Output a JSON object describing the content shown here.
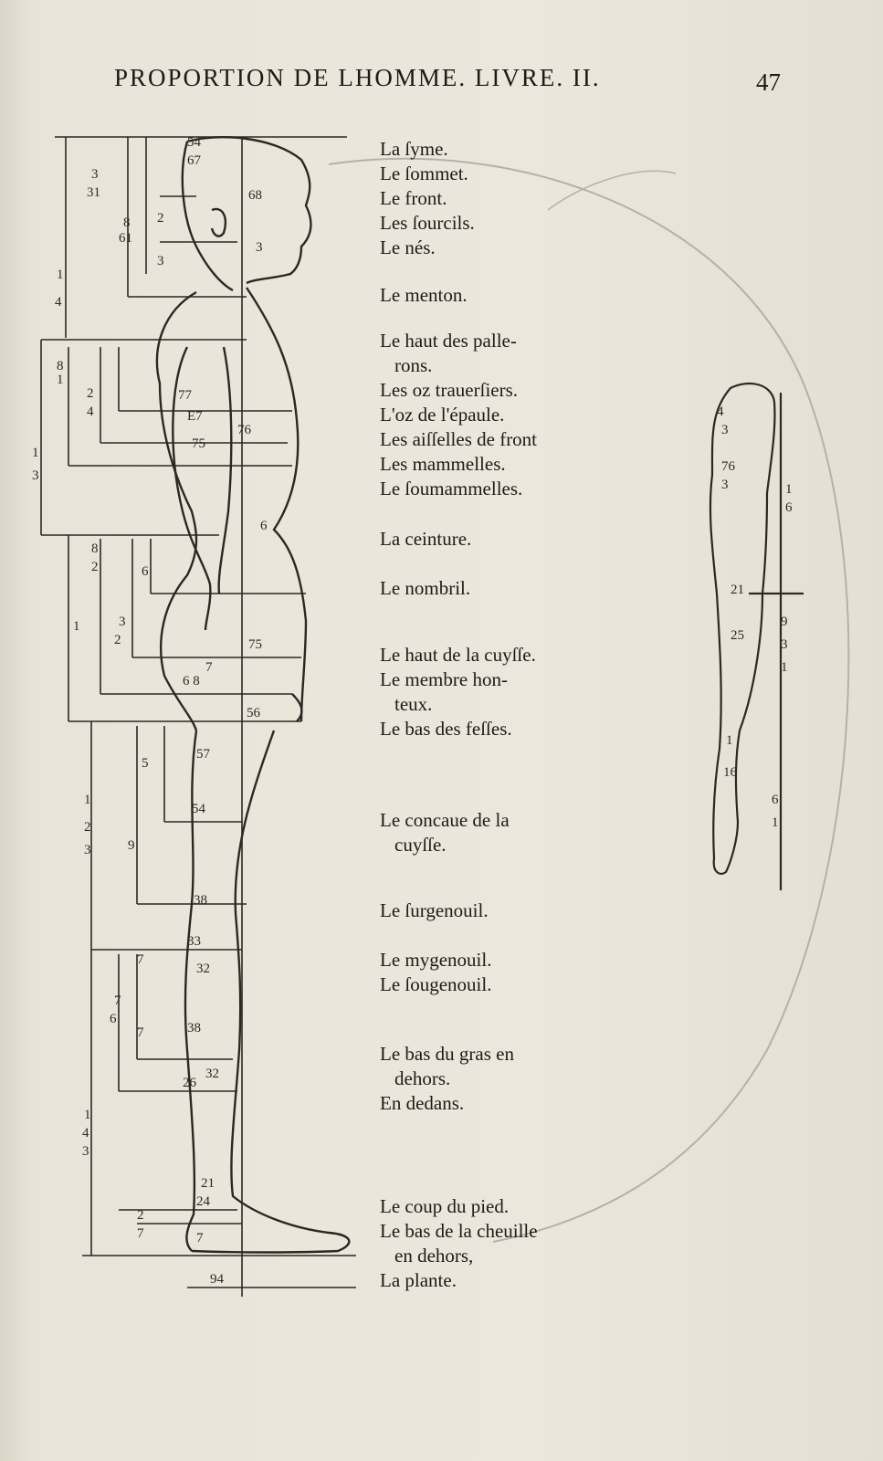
{
  "header": {
    "title": "PROPORTION DE LHOMME. LIVRE. II.",
    "page_number": "47"
  },
  "labels": [
    "La ſyme.",
    "Le ſommet.",
    "Le front.",
    "Les ſourcils.",
    "Le nés.",
    "Le menton.",
    "Le haut des palle-",
    "rons.",
    "Les oz trauerſiers.",
    "L'oz de l'épaule.",
    "Les aiſſelles de front",
    "Les mammelles.",
    "Le ſoumammelles.",
    "La ceinture.",
    "Le nombril.",
    "Le haut de la cuyſſe.",
    "Le membre hon-",
    "teux.",
    "Le bas des feſſes.",
    "Le concaue de la",
    "cuyſſe.",
    "Le ſurgenouil.",
    "Le mygenouil.",
    "Le ſougenouil.",
    "Le bas du gras en",
    "dehors.",
    "En dedans.",
    "Le coup du pied.",
    "Le bas de la cheuille",
    "en dehors,",
    "La plante."
  ],
  "figure_numerals": {
    "body_scale": [
      "1",
      "3",
      "6",
      "2",
      "4",
      "1",
      "2",
      "7",
      "4",
      "5"
    ],
    "bottom_measure": "94"
  }
}
